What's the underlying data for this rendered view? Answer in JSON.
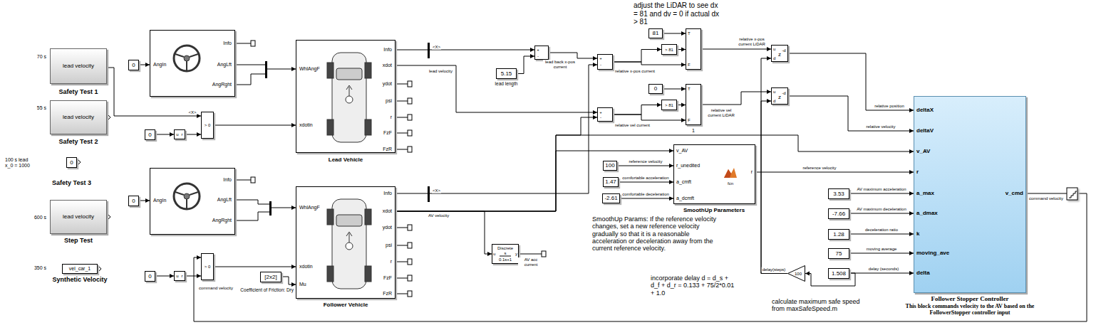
{
  "diagram": {
    "nodes": [
      {
        "text": [
          "lead velocity",
          "Safety Test 1"
        ]
      },
      {
        "text": [
          "lead velocity",
          "Safety Test 2"
        ]
      },
      {
        "text": [
          "0",
          "Safety Test 3"
        ]
      },
      {
        "text": [
          "lead velocity",
          "Step Test"
        ]
      },
      {
        "text": [
          "vel_car_1",
          "Synthetic Velocity"
        ]
      },
      {
        "text": [
          "0"
        ]
      },
      {
        "text": [
          "AngIn",
          "Info",
          "AngLft",
          "AngRght"
        ]
      },
      {
        "text": [
          "0"
        ]
      },
      {
        "text": [
          "u",
          "r"
        ]
      },
      {
        "text": [
          "> 0"
        ]
      },
      {
        "text": [
          "WhlAngF",
          "xdotin",
          "Info",
          "xdot",
          "ydot",
          "psi",
          "r",
          "FzF",
          "FzR",
          "Lead Vehicle"
        ]
      },
      {
        "text": [
          "0"
        ]
      },
      {
        "text": [
          "AngIn",
          "Info",
          "AngLft",
          "AngRght"
        ]
      },
      {
        "text": [
          "0"
        ]
      },
      {
        "text": [
          "u",
          "r"
        ]
      },
      {
        "text": [
          "> 0"
        ]
      },
      {
        "text": [
          "[2x2]",
          "Coefficient of Friction: Dry"
        ]
      },
      {
        "text": [
          "WhlAngF",
          "xdotin",
          "Mu",
          "Info",
          "xdot",
          "ydot",
          "psi",
          "r",
          "FzF",
          "FzR",
          "Follower Vehicle"
        ]
      },
      {
        "text": [
          "5.15",
          "lead length"
        ]
      },
      {
        "text": [
          "+",
          "-"
        ]
      },
      {
        "text": [
          "+",
          "-"
        ]
      },
      {
        "text": [
          "+",
          "-"
        ]
      },
      {
        "text": [
          "81"
        ]
      },
      {
        "text": [
          "> 81"
        ]
      },
      {
        "text": [
          "T",
          "F"
        ]
      },
      {
        "text": [
          "0"
        ]
      },
      {
        "text": [
          "> 81"
        ]
      },
      {
        "text": [
          "T",
          "F",
          "1"
        ]
      },
      {
        "text": [
          "u",
          "d",
          "z",
          "-d"
        ]
      },
      {
        "text": [
          "u",
          "d",
          "z",
          "-d"
        ]
      },
      {
        "text": [
          "100"
        ]
      },
      {
        "text": [
          "1.47"
        ]
      },
      {
        "text": [
          "-2.61"
        ]
      },
      {
        "text": [
          "v_AV",
          "r_unedited",
          "a_cmft",
          "a_dcmft",
          "r",
          "fcn",
          "SmoothUp Parameters"
        ]
      },
      {
        "text": [
          "3.53"
        ]
      },
      {
        "text": [
          "-7.66"
        ]
      },
      {
        "text": [
          "1.28"
        ]
      },
      {
        "text": [
          "75"
        ]
      },
      {
        "text": [
          "1.508"
        ]
      },
      {
        "text": [
          "100"
        ]
      },
      {
        "text": [
          "deltaX",
          "deltaV",
          "v_AV",
          "r",
          "a_max",
          "a_dmax",
          "k",
          "moving_ave",
          "delta",
          "v_cmd",
          "Follower Stopper Controller",
          "This block commands velocity to the AV based on the FollowerStopper controller input"
        ]
      },
      {
        "text": [
          "u",
          "y",
          "Discrete",
          "s",
          "0.1s+1"
        ]
      }
    ],
    "edges": [
      {
        "from": 0,
        "to": 9,
        "arrow": "to"
      },
      {
        "from": 7,
        "to": 8,
        "arrow": "to"
      },
      {
        "from": 8,
        "to": 9,
        "arrow": "to"
      },
      {
        "from": 9,
        "to": 10,
        "arrow": "to"
      },
      {
        "from": 5,
        "to": 6,
        "arrow": "to"
      },
      {
        "from": 6,
        "to": 10,
        "arrow": "to"
      },
      {
        "from": 10,
        "to": 19,
        "arrow": "to"
      },
      {
        "from": 10,
        "to": 21,
        "label": "lead velocity",
        "arrow": "to"
      },
      {
        "from": 18,
        "to": 19,
        "arrow": "to"
      },
      {
        "from": 19,
        "to": 20,
        "label": "lead back x-pos current",
        "arrow": "to"
      },
      {
        "from": 17,
        "to": 20,
        "arrow": "to"
      },
      {
        "from": 20,
        "to": 23,
        "label": "relative x-pos current",
        "arrow": "to"
      },
      {
        "from": 20,
        "to": 24,
        "arrow": "to"
      },
      {
        "from": 22,
        "to": 24,
        "arrow": "to"
      },
      {
        "from": 23,
        "to": 24,
        "arrow": "to"
      },
      {
        "from": 24,
        "to": 28,
        "label": "relative x-pos current LiDAR",
        "arrow": "to"
      },
      {
        "from": 21,
        "to": 26,
        "label": "relative vel current",
        "arrow": "to"
      },
      {
        "from": 21,
        "to": 27,
        "arrow": "to"
      },
      {
        "from": 25,
        "to": 27,
        "arrow": "to"
      },
      {
        "from": 26,
        "to": 27,
        "arrow": "to"
      },
      {
        "from": 27,
        "to": 29,
        "label": "relative vel current LiDAR",
        "arrow": "to"
      },
      {
        "from": 39,
        "to": 28,
        "label": "delay(steps)",
        "arrow": "to"
      },
      {
        "from": 39,
        "to": 29,
        "arrow": "to"
      },
      {
        "from": 28,
        "to": 40,
        "label": "relative position",
        "arrow": "to"
      },
      {
        "from": 29,
        "to": 40,
        "label": "relative velocity",
        "arrow": "to"
      },
      {
        "from": 17,
        "to": 21,
        "arrow": "to"
      },
      {
        "from": 17,
        "to": 40,
        "arrow": "to"
      },
      {
        "from": 17,
        "to": 33,
        "arrow": "to"
      },
      {
        "from": 17,
        "to": 41,
        "label": "AV velocity",
        "arrow": "to"
      },
      {
        "from": 30,
        "to": 33,
        "label": "reference velocity",
        "arrow": "to"
      },
      {
        "from": 31,
        "to": 33,
        "label": "comfortable acceleration",
        "arrow": "to"
      },
      {
        "from": 32,
        "to": 33,
        "label": "comfortable deceleration",
        "arrow": "to"
      },
      {
        "from": 33,
        "to": 40,
        "label": "reference velocity",
        "arrow": "to"
      },
      {
        "from": 34,
        "to": 40,
        "label": "AV maximum acceleration",
        "arrow": "to"
      },
      {
        "from": 35,
        "to": 40,
        "label": "AV maximum deceleration",
        "arrow": "to"
      },
      {
        "from": 36,
        "to": 40,
        "label": "deceleration ratio",
        "arrow": "to"
      },
      {
        "from": 37,
        "to": 40,
        "label": "moving average",
        "arrow": "to"
      },
      {
        "from": 38,
        "to": 40,
        "label": "delay (seconds)",
        "arrow": "to"
      },
      {
        "from": 38,
        "to": 39,
        "arrow": "to"
      },
      {
        "from": 40,
        "to": 15,
        "label": "command velocity",
        "arrow": "to"
      },
      {
        "from": 13,
        "to": 14,
        "arrow": "to"
      },
      {
        "from": 14,
        "to": 15,
        "arrow": "to"
      },
      {
        "from": 15,
        "to": 17,
        "arrow": "to"
      },
      {
        "from": 11,
        "to": 12,
        "arrow": "to"
      },
      {
        "from": 12,
        "to": 17,
        "arrow": "to"
      },
      {
        "from": 16,
        "to": 17,
        "arrow": "to"
      }
    ],
    "labels": [
      "70 s",
      "55 s",
      "100 s lead x_0 = 1000",
      "600 s",
      "350 s",
      "<X>",
      "<X>",
      "<X>",
      "adjust the LiDAR to see dx = 81 and dv = 0 if actual dx > 81",
      "SmoothUp Params: If the reference velocity changes, set a new reference velocity gradually so that it is a reasonable acceleration or deceleration away from the current reference velocity.",
      "incorporate delay d = d_s + d_f + d_r = 0.133 + 75/2*0.01 + 1.0",
      "calculate maximum safe speed from maxSafeSpeed.m",
      "AV acc current",
      "command velocity"
    ]
  }
}
